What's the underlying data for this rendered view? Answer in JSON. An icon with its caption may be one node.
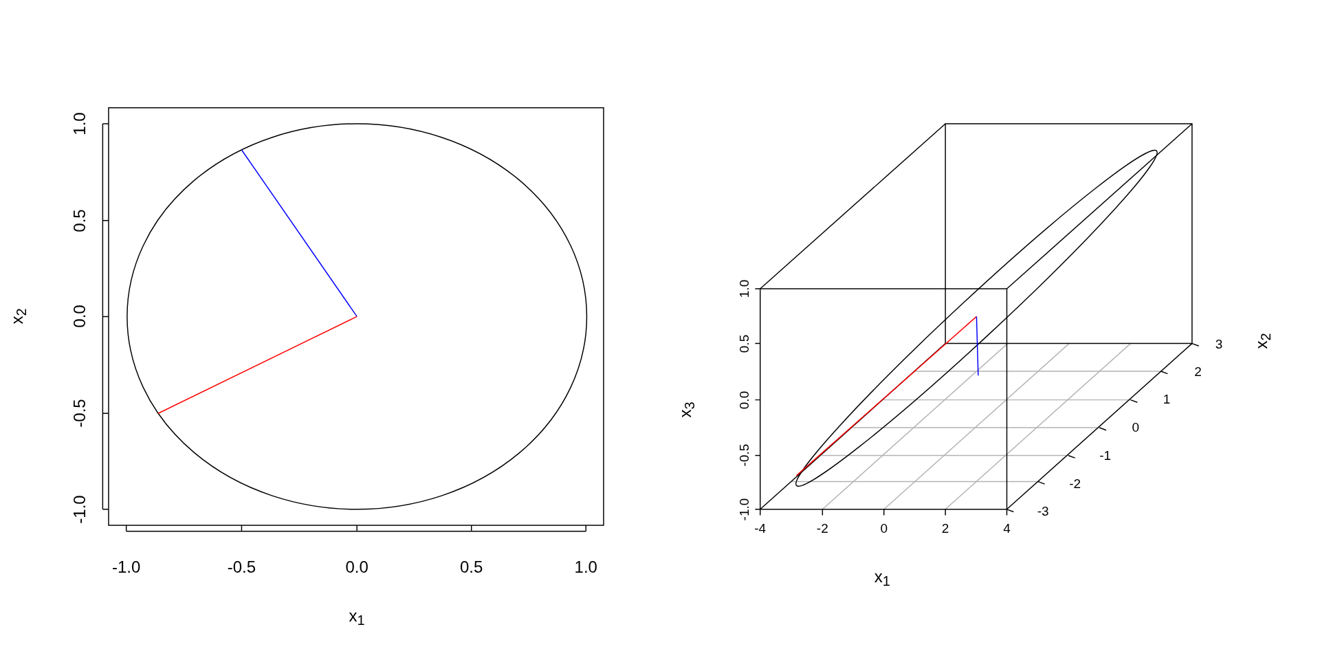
{
  "diagram": {
    "labels": [
      "1.0",
      "0.5",
      "0.0",
      "-0.5",
      "-1.0",
      "x$_{2}$",
      "-1.0",
      "-0.5",
      "0.0",
      "0.5",
      "1.0",
      "x$_{1}$",
      "1.0",
      "0.5",
      "0.0",
      "-0.5",
      "-1.0",
      "x$_{3}$",
      "-4",
      "-2",
      "0",
      "2",
      "4",
      "3",
      "2",
      "1",
      "0",
      "-1",
      "-2",
      "-3",
      "x$_{2}$",
      "x$_{1}$"
    ]
  }
}
